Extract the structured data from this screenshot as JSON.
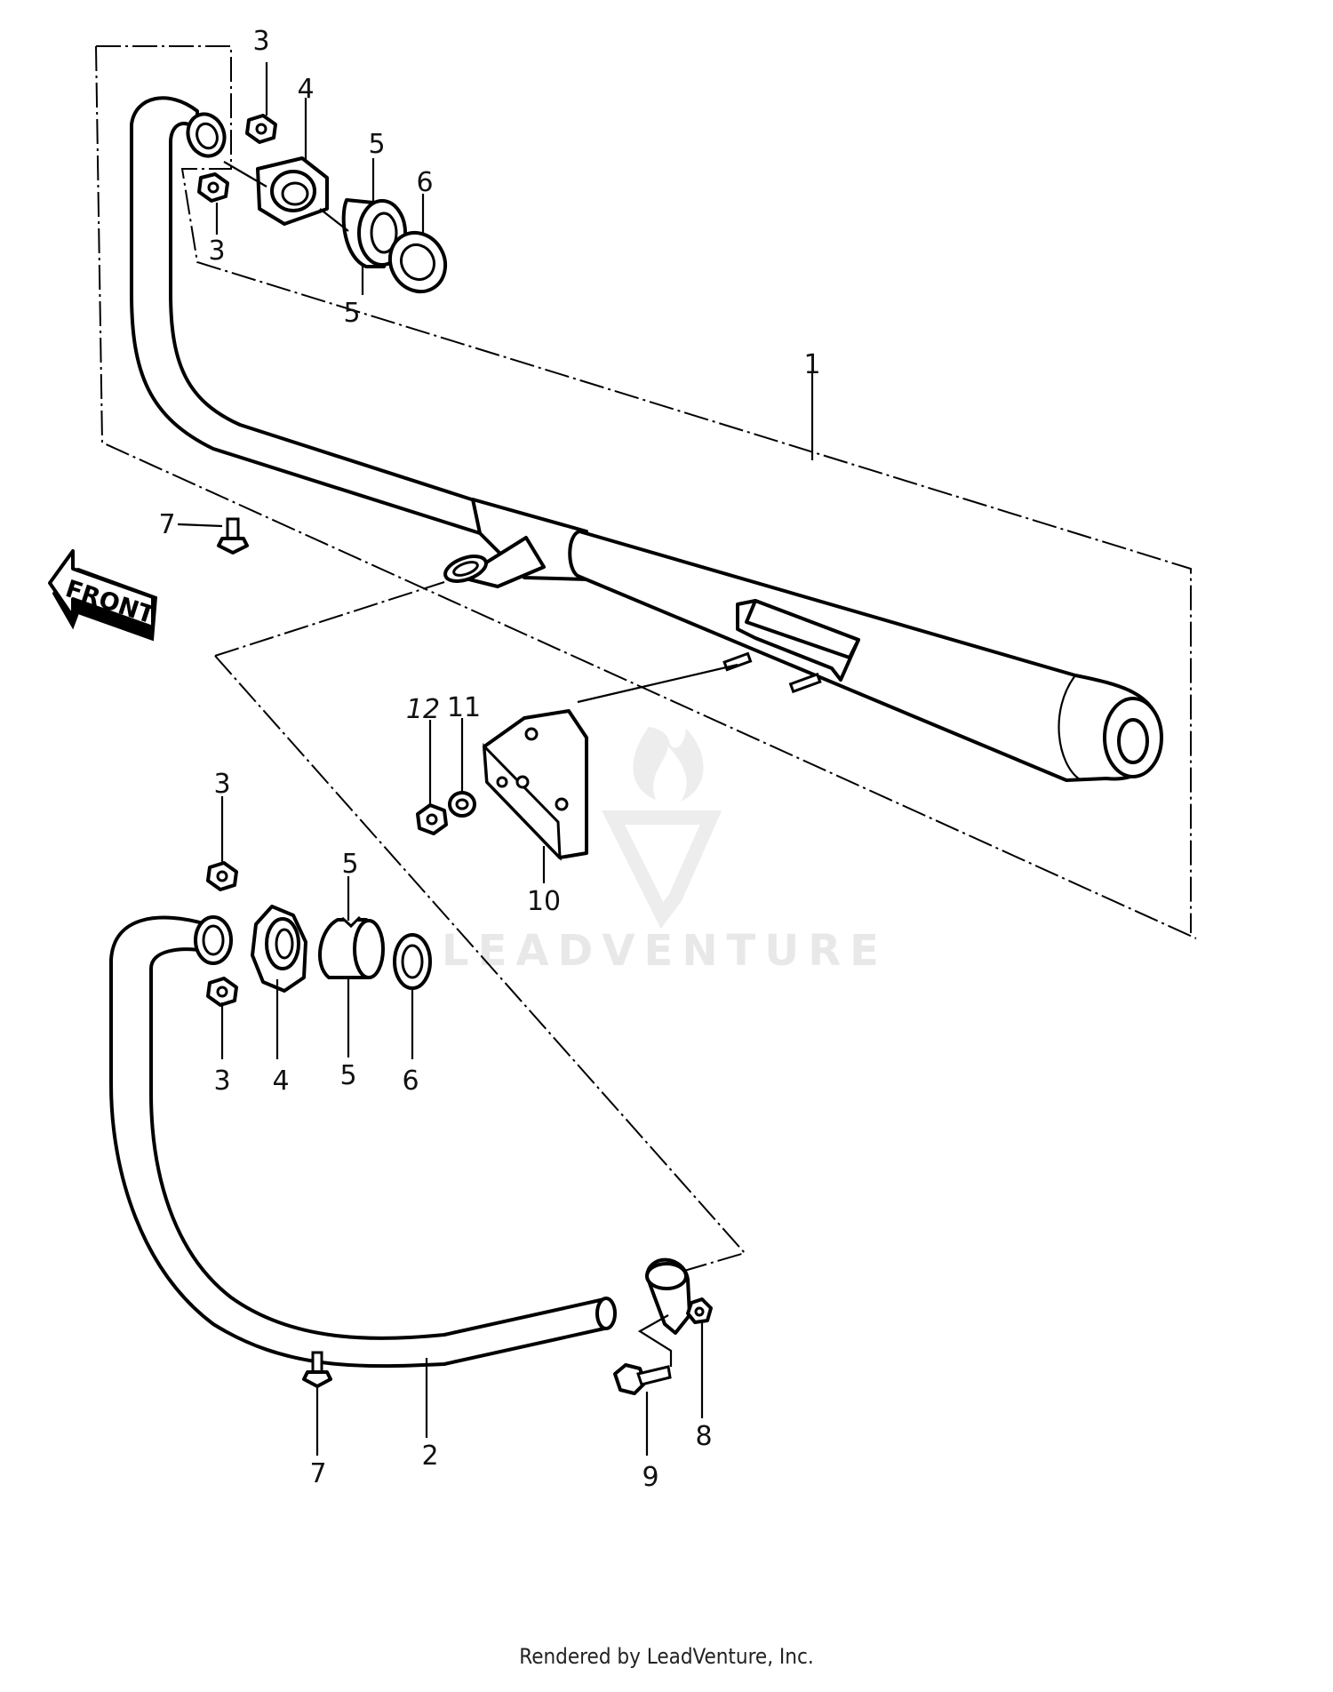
{
  "watermark": {
    "brand": "LEADVENTURE"
  },
  "front_marker": {
    "label": "FRONT"
  },
  "callouts": {
    "c1": "1",
    "c2": "2",
    "c3a": "3",
    "c3b": "3",
    "c3c": "3",
    "c3d": "3",
    "c4a": "4",
    "c4b": "4",
    "c5a": "5",
    "c5b": "5",
    "c5c": "5",
    "c5d": "5",
    "c6a": "6",
    "c6b": "6",
    "c7a": "7",
    "c7b": "7",
    "c8": "8",
    "c9": "9",
    "c10": "10",
    "c11": "11",
    "c12": "12"
  },
  "footer": {
    "text": "Rendered by LeadVenture, Inc."
  }
}
